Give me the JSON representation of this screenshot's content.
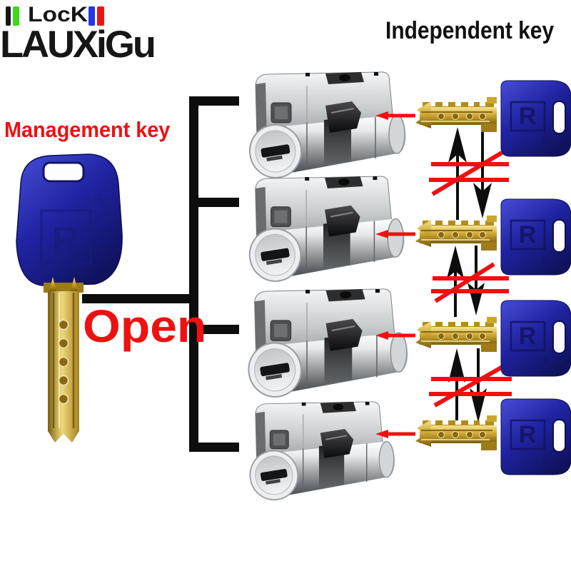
{
  "brand": {
    "name_top": "LocK",
    "name_bottom": "LAUXiGu",
    "bar_colors": {
      "black": "#161616",
      "green": "#3fd61c",
      "blue": "#2136e8",
      "red": "#e81717"
    }
  },
  "labels": {
    "independent_key": "Independent key",
    "management_key": "Management key",
    "open": "Open"
  },
  "key_branding": {
    "logo_letter": "R",
    "registered_mark": "®"
  },
  "colors": {
    "label_red": "#ee1111",
    "arrow_red": "#f01010",
    "connector_black": "#0d0d0d",
    "key_head_blue": "#2327a5",
    "brass_gold": "#c9a22f",
    "cylinder_silver": "#c9cccd",
    "background": "#ffffff"
  },
  "icons": {
    "left_arrow": "←",
    "up_arrow": "↑",
    "down_arrow": "↓",
    "cross_out": "✕"
  },
  "diagram": {
    "cylinder_count": 4,
    "independent_key_count": 4,
    "management_key_count": 1,
    "no_interchange_groups": 3
  }
}
